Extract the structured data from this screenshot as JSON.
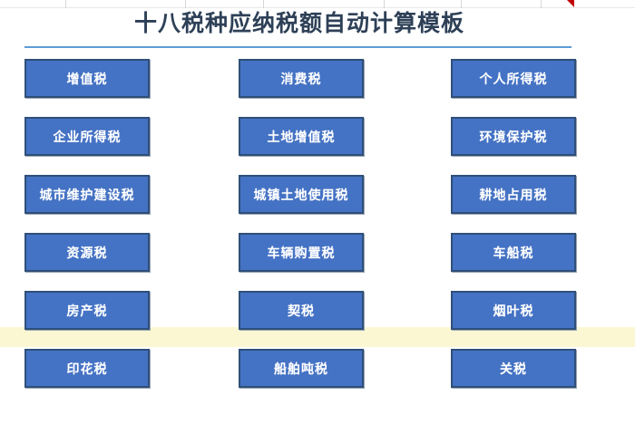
{
  "sheet": {
    "title": "十八税种应纳税额自动计算模板",
    "accent_color": "#5b9bd5",
    "title_color": "#2e4057",
    "button_fill": "#4472c4",
    "button_border": "#2f4f78",
    "button_text_color": "#ffffff",
    "highlight_row_color": "#faf7d2",
    "comment_marker_color": "#c00000"
  },
  "buttons": [
    {
      "label": "增值税",
      "col": 0,
      "row": 0
    },
    {
      "label": "消费税",
      "col": 1,
      "row": 0
    },
    {
      "label": "个人所得税",
      "col": 2,
      "row": 0
    },
    {
      "label": "企业所得税",
      "col": 0,
      "row": 1
    },
    {
      "label": "土地增值税",
      "col": 1,
      "row": 1
    },
    {
      "label": "环境保护税",
      "col": 2,
      "row": 1
    },
    {
      "label": "城市维护建设税",
      "col": 0,
      "row": 2
    },
    {
      "label": "城镇土地使用税",
      "col": 1,
      "row": 2
    },
    {
      "label": "耕地占用税",
      "col": 2,
      "row": 2
    },
    {
      "label": "资源税",
      "col": 0,
      "row": 3
    },
    {
      "label": "车辆购置税",
      "col": 1,
      "row": 3
    },
    {
      "label": "车船税",
      "col": 2,
      "row": 3
    },
    {
      "label": "房产税",
      "col": 0,
      "row": 4
    },
    {
      "label": "契税",
      "col": 1,
      "row": 4
    },
    {
      "label": "烟叶税",
      "col": 2,
      "row": 4
    },
    {
      "label": "印花税",
      "col": 0,
      "row": 5
    },
    {
      "label": "船舶吨税",
      "col": 1,
      "row": 5
    },
    {
      "label": "关税",
      "col": 2,
      "row": 5
    }
  ]
}
